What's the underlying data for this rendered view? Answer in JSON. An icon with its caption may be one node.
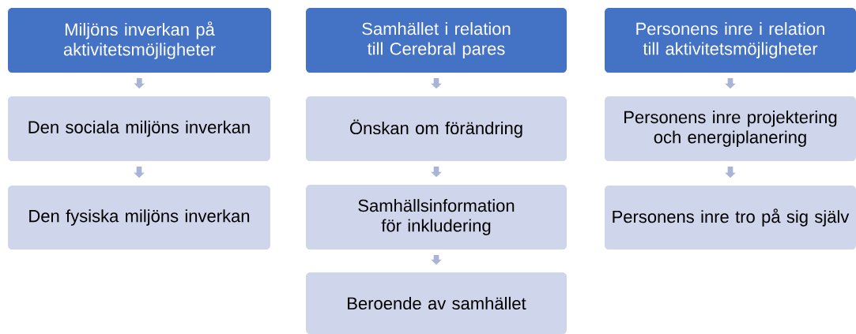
{
  "diagram": {
    "nodes": [
      {
        "text": [
          "Miljöns inverkan på aktivitetsmöjligheter"
        ]
      },
      {
        "text": [
          "Den sociala miljöns inverkan"
        ]
      },
      {
        "text": [
          "Den fysiska miljöns inverkan"
        ]
      },
      {
        "text": [
          "Samhället i relation till Cerebral pares"
        ]
      },
      {
        "text": [
          "Önskan om förändring"
        ]
      },
      {
        "text": [
          "Samhällsinformation för inkludering"
        ]
      },
      {
        "text": [
          "Beroende av samhället"
        ]
      },
      {
        "text": [
          "Personens inre i relation till aktivitetsmöjligheter"
        ]
      },
      {
        "text": [
          "Personens inre projektering och energiplanering"
        ]
      },
      {
        "text": [
          "Personens inre tro på sig själv"
        ]
      }
    ],
    "edges": [
      {
        "from": 0,
        "to": 1,
        "arrow": "to"
      },
      {
        "from": 1,
        "to": 2,
        "arrow": "to"
      },
      {
        "from": 3,
        "to": 4,
        "arrow": "to"
      },
      {
        "from": 4,
        "to": 5,
        "arrow": "to"
      },
      {
        "from": 5,
        "to": 6,
        "arrow": "to"
      },
      {
        "from": 7,
        "to": 8,
        "arrow": "to"
      },
      {
        "from": 8,
        "to": 9,
        "arrow": "to"
      }
    ]
  }
}
